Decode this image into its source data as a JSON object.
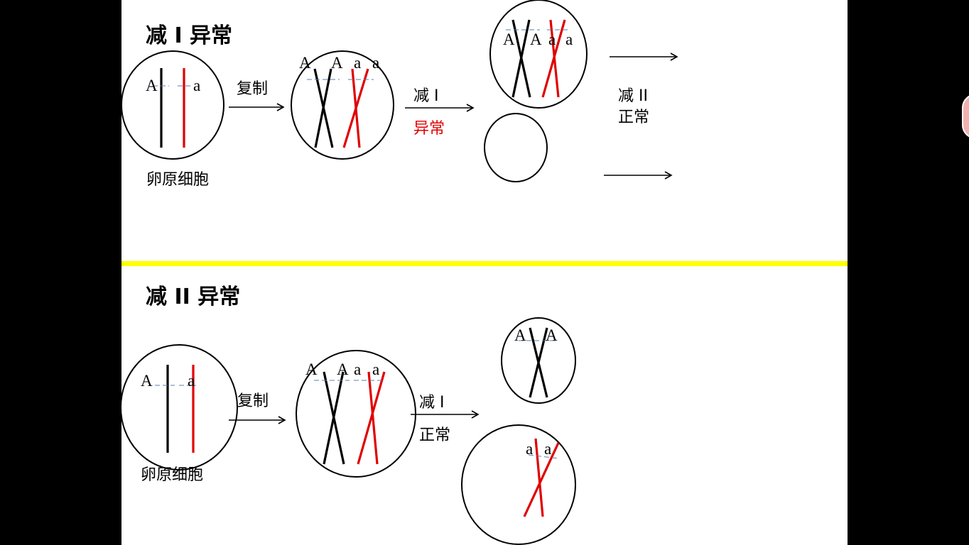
{
  "section1": {
    "title": "减 I 异常",
    "oocyte_label": "卵原细胞",
    "step_copy": "复制",
    "step_meiosis1": "减 I",
    "step_meiosis1_status": "异常",
    "step_meiosis2": "减 II",
    "step_meiosis2_status": "正常"
  },
  "section2": {
    "title": "减 II 异常",
    "oocyte_label": "卵原细胞",
    "step_copy": "复制",
    "step_meiosis1": "减 I",
    "step_meiosis1_status": "正常"
  },
  "genes": {
    "dominant": "A",
    "recessive": "a"
  },
  "colors": {
    "separator": "#ffff00",
    "red_chromosome": "#e00000",
    "black_chromosome": "#000000"
  }
}
